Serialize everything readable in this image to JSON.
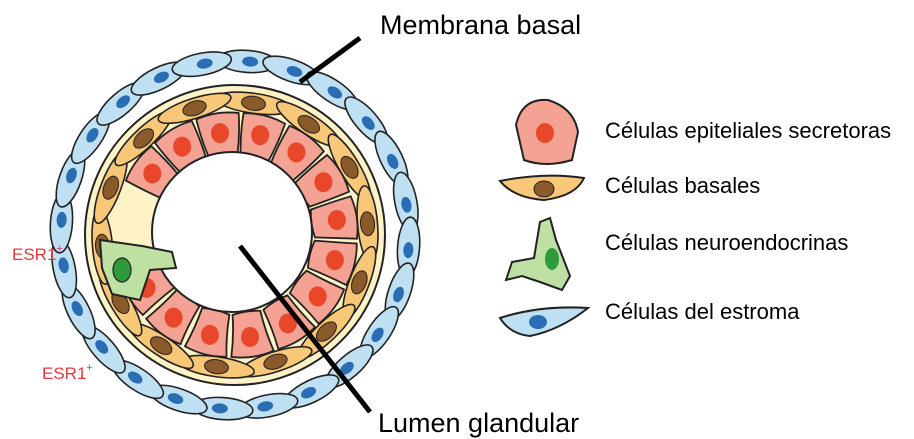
{
  "colors": {
    "secretory_fill": "#f3a293",
    "secretory_nucleus": "#e8472a",
    "basal_fill": "#f8c778",
    "basal_nucleus": "#8a5a2b",
    "neuroendocrine_fill": "#bfe0a3",
    "neuroendocrine_nucleus": "#2d9a3c",
    "stroma_fill": "#bfe0f2",
    "stroma_nucleus": "#2b6db5",
    "basement_membrane": "#fdf3c6",
    "marker_text": "#e03a3a"
  },
  "labels": {
    "basement_membrane": "Membrana basal",
    "lumen": "Lumen glandular",
    "marker_1_main": "ESR1",
    "marker_1_sup": "+",
    "marker_2_main": "ESR1",
    "marker_2_sup": "+"
  },
  "legend": [
    {
      "cell": "secretory",
      "icon": "secretory-cell-icon",
      "label": "Células epiteliales secretoras"
    },
    {
      "cell": "basal",
      "icon": "basal-cell-icon",
      "label": "Células basales"
    },
    {
      "cell": "neuroendocrine",
      "icon": "neuroendocrine-cell-icon",
      "label": "Células neuroendocrinas"
    },
    {
      "cell": "stromal",
      "icon": "stromal-cell-icon",
      "label": "Células del estroma"
    }
  ]
}
